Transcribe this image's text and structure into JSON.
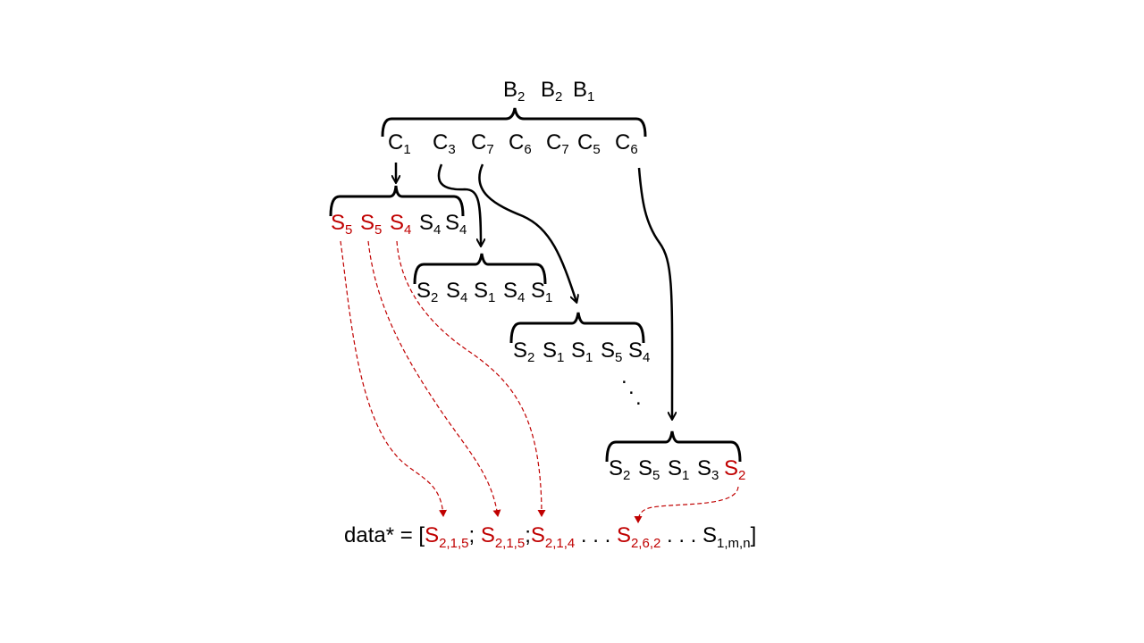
{
  "colors": {
    "ink": "#000000",
    "accent": "#c00000"
  },
  "b_row": [
    {
      "base": "B",
      "sub": "2"
    },
    {
      "base": "B",
      "sub": "2"
    },
    {
      "base": "B",
      "sub": "1"
    }
  ],
  "c_row": [
    {
      "base": "C",
      "sub": "1"
    },
    {
      "base": "C",
      "sub": "3"
    },
    {
      "base": "C",
      "sub": "7"
    },
    {
      "base": "C",
      "sub": "6"
    },
    {
      "base": "C",
      "sub": "7"
    },
    {
      "base": "C",
      "sub": "5"
    },
    {
      "base": "C",
      "sub": "6"
    }
  ],
  "s_groups": [
    {
      "items": [
        {
          "base": "S",
          "sub": "5",
          "red": true
        },
        {
          "base": "S",
          "sub": "5",
          "red": true
        },
        {
          "base": "S",
          "sub": "4",
          "red": true
        },
        {
          "base": "S",
          "sub": "4",
          "red": false
        },
        {
          "base": "S",
          "sub": "4",
          "red": false
        }
      ]
    },
    {
      "items": [
        {
          "base": "S",
          "sub": "2",
          "red": false
        },
        {
          "base": "S",
          "sub": "4",
          "red": false
        },
        {
          "base": "S",
          "sub": "1",
          "red": false
        },
        {
          "base": "S",
          "sub": "4",
          "red": false
        },
        {
          "base": "S",
          "sub": "1",
          "red": false
        }
      ]
    },
    {
      "items": [
        {
          "base": "S",
          "sub": "2",
          "red": false
        },
        {
          "base": "S",
          "sub": "1",
          "red": false
        },
        {
          "base": "S",
          "sub": "1",
          "red": false
        },
        {
          "base": "S",
          "sub": "5",
          "red": false
        },
        {
          "base": "S",
          "sub": "4",
          "red": false
        }
      ]
    },
    {
      "items": [
        {
          "base": "S",
          "sub": "2",
          "red": false
        },
        {
          "base": "S",
          "sub": "5",
          "red": false
        },
        {
          "base": "S",
          "sub": "1",
          "red": false
        },
        {
          "base": "S",
          "sub": "3",
          "red": false
        },
        {
          "base": "S",
          "sub": "2",
          "red": true
        }
      ]
    }
  ],
  "ellipsis": ". . .",
  "data_line": {
    "prefix": "data* = [",
    "parts": [
      {
        "base": "S",
        "sub": "2,1,5",
        "red": true,
        "after": "; "
      },
      {
        "base": "S",
        "sub": "2,1,5",
        "red": true,
        "after": ";"
      },
      {
        "base": "S",
        "sub": "2,1,4",
        "red": true,
        "after": " . . . "
      },
      {
        "base": "S",
        "sub": "2,6,2",
        "red": true,
        "after": " . . . "
      },
      {
        "base": "S",
        "sub": "1,m,n",
        "red": false,
        "after": "]"
      }
    ]
  }
}
